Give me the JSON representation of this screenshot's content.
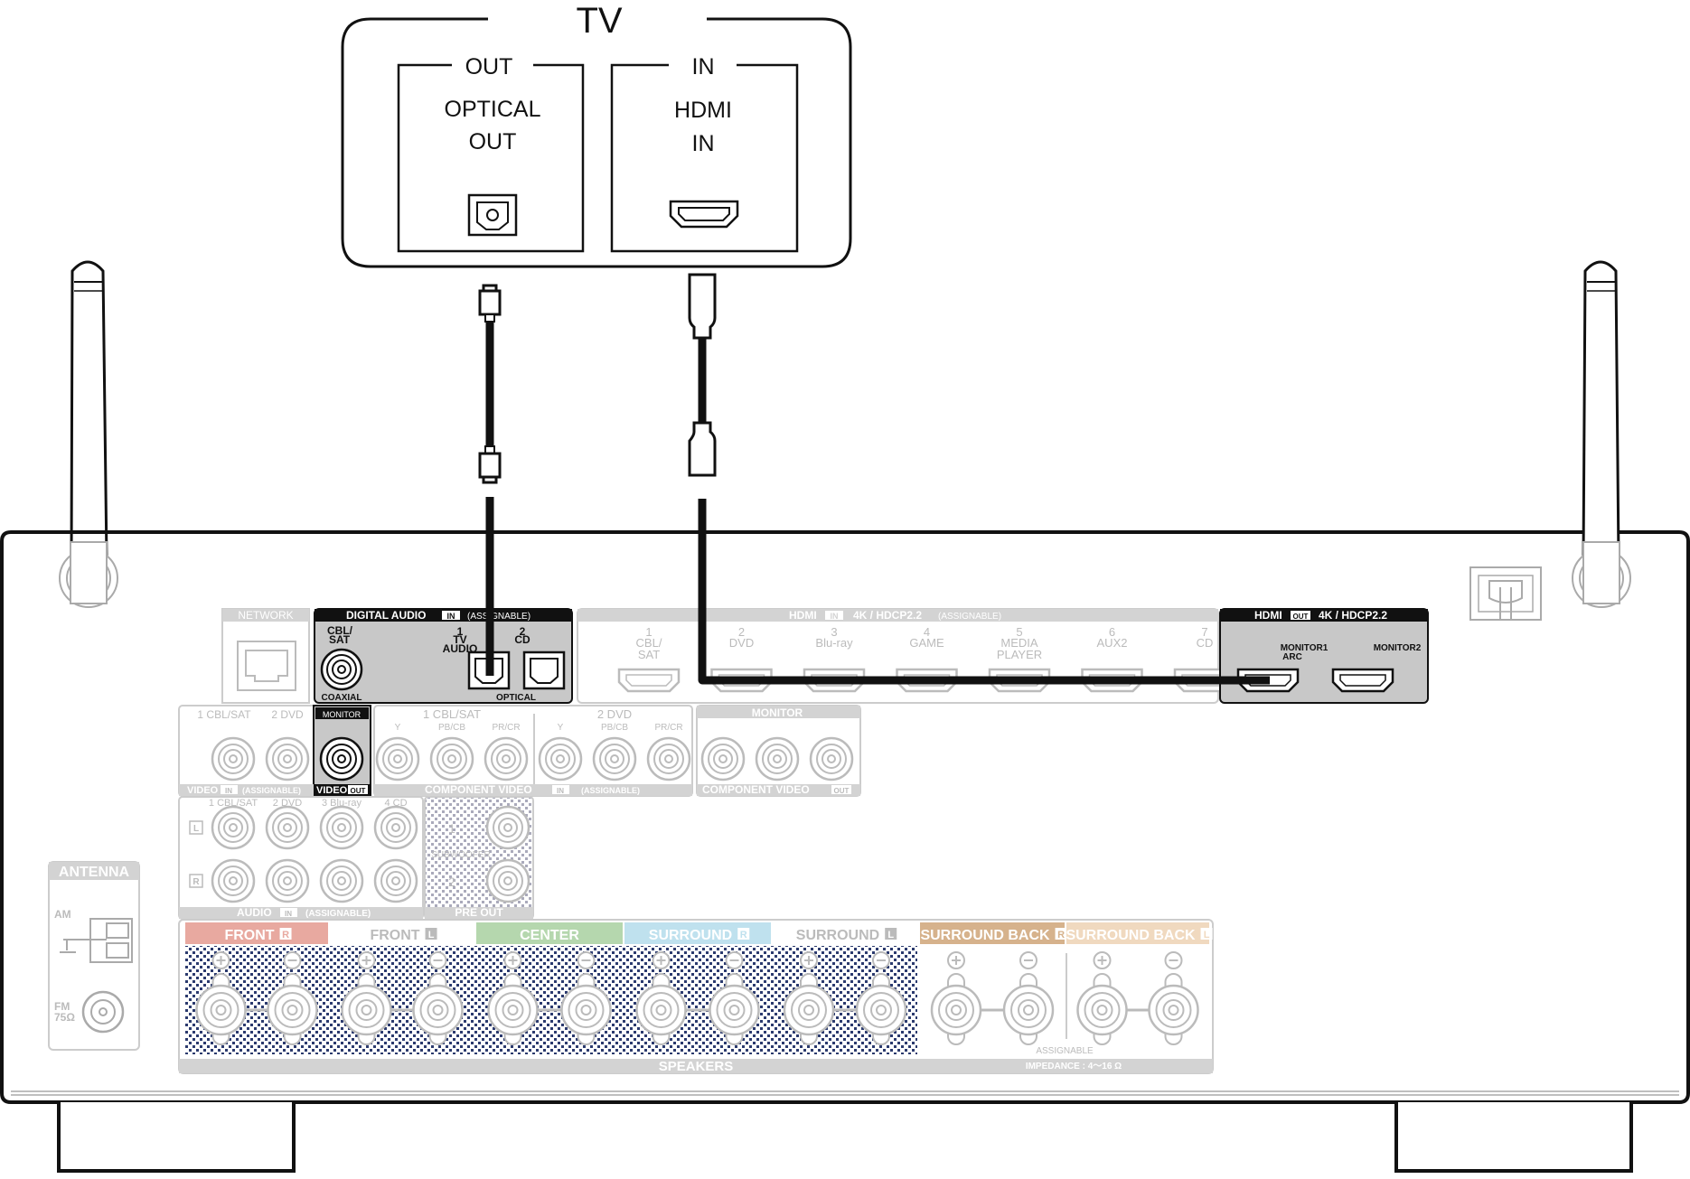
{
  "tv": {
    "title": "TV",
    "out_group": "OUT",
    "in_group": "IN",
    "optical_out_line1": "OPTICAL",
    "optical_out_line2": "OUT",
    "hdmi_in_line1": "HDMI",
    "hdmi_in_line2": "IN"
  },
  "receiver": {
    "network": "NETWORK",
    "digital_audio": {
      "title": "DIGITAL AUDIO",
      "badge": "IN",
      "suffix": "(ASSIGNABLE)",
      "cbl1": "CBL/",
      "cbl2": "SAT",
      "tv1": "1",
      "tv2": "TV",
      "tv3": "AUDIO",
      "cd1": "2",
      "cd2": "CD",
      "coaxial": "COAXIAL",
      "optical": "OPTICAL"
    },
    "hdmi_in": {
      "title": "HDMI",
      "badge": "IN",
      "suffix": "4K / HDCP2.2",
      "assign": "(ASSIGNABLE)",
      "inputs": [
        {
          "num": "1",
          "l1": "CBL/",
          "l2": "SAT"
        },
        {
          "num": "2",
          "l1": "DVD",
          "l2": ""
        },
        {
          "num": "3",
          "l1": "Blu-ray",
          "l2": ""
        },
        {
          "num": "4",
          "l1": "GAME",
          "l2": ""
        },
        {
          "num": "5",
          "l1": "MEDIA",
          "l2": "PLAYER"
        },
        {
          "num": "6",
          "l1": "AUX2",
          "l2": ""
        },
        {
          "num": "7",
          "l1": "CD",
          "l2": ""
        }
      ]
    },
    "hdmi_out": {
      "title": "HDMI",
      "badge": "OUT",
      "suffix": "4K / HDCP2.2",
      "monitor1": "MONITOR1",
      "arc": "ARC",
      "monitor2": "MONITOR2"
    },
    "video": {
      "cbl": "1 CBL/SAT",
      "dvd": "2 DVD",
      "monitor": "MONITOR",
      "label_in": "VIDEO",
      "badge_in": "IN",
      "assign": "(ASSIGNABLE)",
      "label_out": "VIDEO",
      "badge_out": "OUT"
    },
    "component": {
      "cbl": "1 CBL/SAT",
      "dvd": "2 DVD",
      "monitor": "MONITOR",
      "y": "Y",
      "pb": "PB/CB",
      "pr": "PR/CR",
      "label": "COMPONENT VIDEO",
      "badge_in": "IN",
      "assign": "(ASSIGNABLE)",
      "badge_out": "OUT"
    },
    "audio": {
      "cbl": "1 CBL/SAT",
      "dvd": "2 DVD",
      "bluray": "3 Blu-ray",
      "cd": "4 CD",
      "l": "L",
      "r": "R",
      "label": "AUDIO",
      "badge": "IN",
      "assign": "(ASSIGNABLE)"
    },
    "preout": {
      "subwoofer": "SUBWOOFER",
      "one": "1",
      "two": "2",
      "label": "PRE OUT"
    },
    "antenna": {
      "title": "ANTENNA",
      "am": "AM",
      "fm": "FM",
      "ohm": "75Ω"
    },
    "speakers": {
      "front_r": "FRONT",
      "front_l": "FRONT",
      "center": "CENTER",
      "surround_r": "SURROUND",
      "surround_l": "SURROUND",
      "sb_r": "SURROUND BACK",
      "sb_l": "SURROUND BACK",
      "r": "R",
      "l": "L",
      "label": "SPEAKERS",
      "assignable": "ASSIGNABLE",
      "impedance": "IMPEDANCE : 4～16 Ω"
    }
  },
  "colors": {
    "front_r": "#e8a9a0",
    "center": "#b5d7ae",
    "surround_r": "#bfe1ee",
    "sb_r": "#d6b28c",
    "sb_l": "#f0d9bf",
    "panel_gray": "#d3d3d3"
  }
}
